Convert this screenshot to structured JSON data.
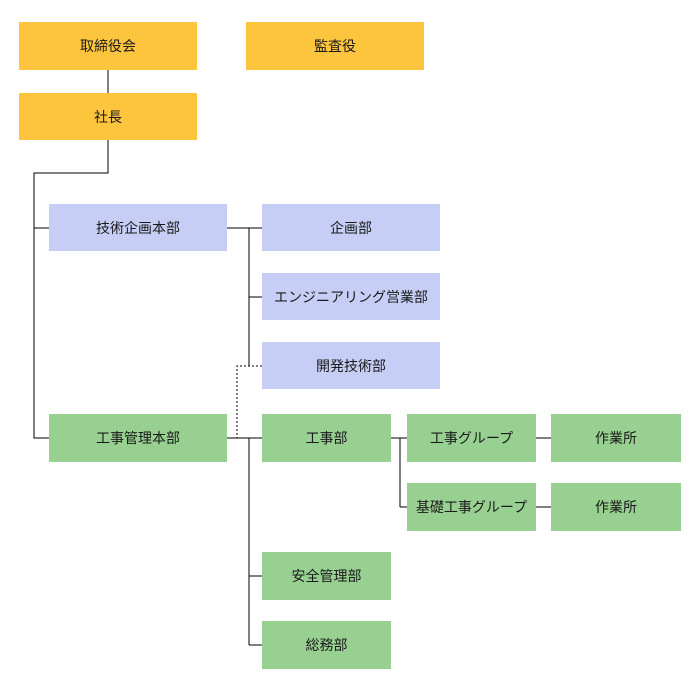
{
  "colors": {
    "executive": "#FDC43E",
    "tech_division": "#C7CEF5",
    "construction_division": "#97D091",
    "line": "#000000"
  },
  "nodes": {
    "board": "取締役会",
    "auditor": "監査役",
    "president": "社長",
    "tech_planning_hq": "技術企画本部",
    "planning_dept": "企画部",
    "engineering_sales_dept": "エンジニアリング営業部",
    "dev_tech_dept": "開発技術部",
    "construction_mgmt_hq": "工事管理本部",
    "construction_dept": "工事部",
    "construction_group": "工事グループ",
    "worksite_1": "作業所",
    "foundation_group": "基礎工事グループ",
    "worksite_2": "作業所",
    "safety_mgmt_dept": "安全管理部",
    "general_affairs_dept": "総務部"
  }
}
